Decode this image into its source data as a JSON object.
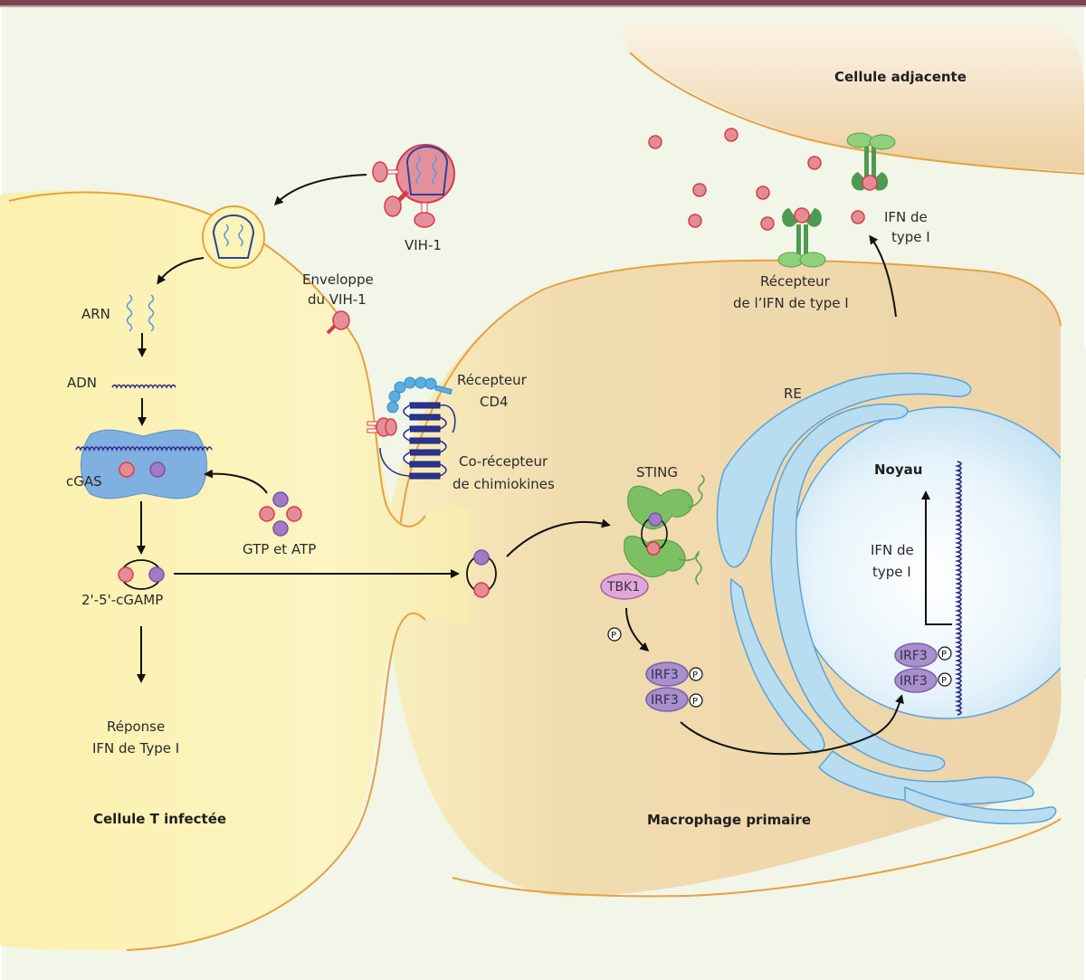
{
  "colors": {
    "header_bar": "#7a4652",
    "background": "#f1f6e8",
    "t_cell_fill": "#fcf4b6",
    "macrophage_fill": "#efd4a8",
    "membrane": "#e9a040",
    "er_fill": "#b8dcf0",
    "er_stroke": "#5aa3d8",
    "nucleus_fill": "#e2f1fa",
    "cgas_fill": "#7fb0e0",
    "virus_fill": "#e4909a",
    "virus_stroke": "#d83a48",
    "sting_fill": "#7cc063",
    "receptor_dark": "#4e9a52",
    "receptor_light": "#8fd07a",
    "tbk1_fill": "#e0a8d8",
    "irf3_fill": "#a890cc",
    "purple_dot": "#a07cc4",
    "red_dot": "#e48c96",
    "dna": "#2e2a8c",
    "rna": "#5a9ce0",
    "cd4": "#5aaee0",
    "coreceptor": "#2a3590"
  },
  "labels": {
    "cellule_adjacente": "Cellule adjacente",
    "vih1": "VIH-1",
    "enveloppe_line1": "Enveloppe",
    "enveloppe_line2": "du VIH-1",
    "arn": "ARN",
    "adn": "ADN",
    "cgas": "cGAS",
    "gtp_atp": "GTP et ATP",
    "cgamp": "2'-5'-cGAMP",
    "reponse_line1": "Réponse",
    "reponse_line2": "IFN de Type I",
    "cellule_t": "Cellule T infectée",
    "recepteur_cd4_line1": "Récepteur",
    "recepteur_cd4_line2": "CD4",
    "corecepteur_line1": "Co-récepteur",
    "corecepteur_line2": "de chimiokines",
    "recepteur_ifn_line1": "Récepteur",
    "recepteur_ifn_line2": "de l’IFN de type I",
    "ifn_out_line1": "IFN de",
    "ifn_out_line2": "type I",
    "re": "RE",
    "sting": "STING",
    "tbk1": "TBK1",
    "p": "P",
    "irf3": "IRF3",
    "noyau": "Noyau",
    "ifn_nuc_line1": "IFN de",
    "ifn_nuc_line2": "type I",
    "macrophage": "Macrophage primaire"
  }
}
